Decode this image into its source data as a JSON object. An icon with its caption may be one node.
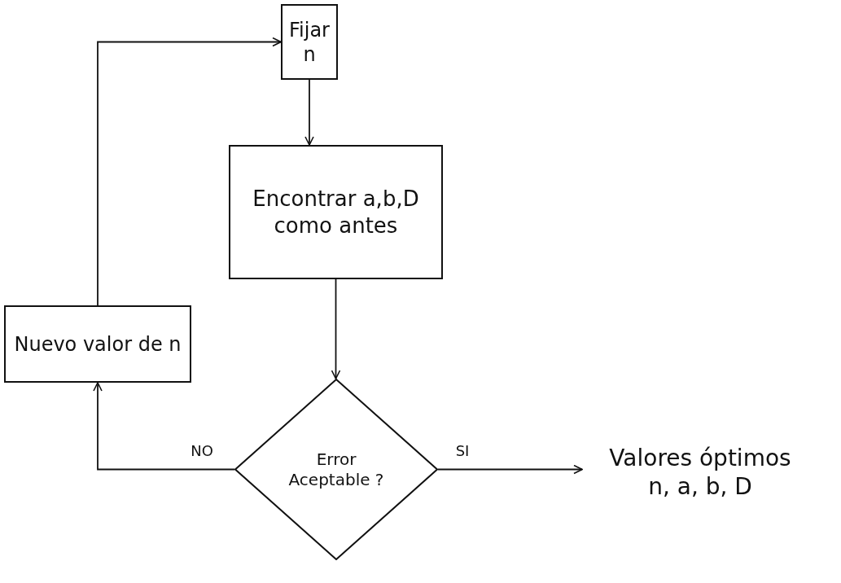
{
  "diagram": {
    "nodes": [
      {
        "text": [
          "Fijar n"
        ]
      },
      {
        "text": [
          "Encontrar a,b,D como antes"
        ]
      },
      {
        "text": [
          "Nuevo valor de n"
        ]
      },
      {
        "text": [
          "Error Aceptable ?"
        ]
      },
      {
        "text": [
          "Valores óptimos n, a, b, D"
        ]
      }
    ],
    "edges": [
      {
        "from": 0,
        "to": 1,
        "arrow": "to"
      },
      {
        "from": 1,
        "to": 3,
        "arrow": "to"
      },
      {
        "from": 3,
        "to": 2,
        "arrow": "to",
        "label": "NO"
      },
      {
        "from": 3,
        "to": 4,
        "arrow": "to",
        "label": "SI"
      },
      {
        "from": 2,
        "to": 0,
        "arrow": "to"
      }
    ]
  }
}
